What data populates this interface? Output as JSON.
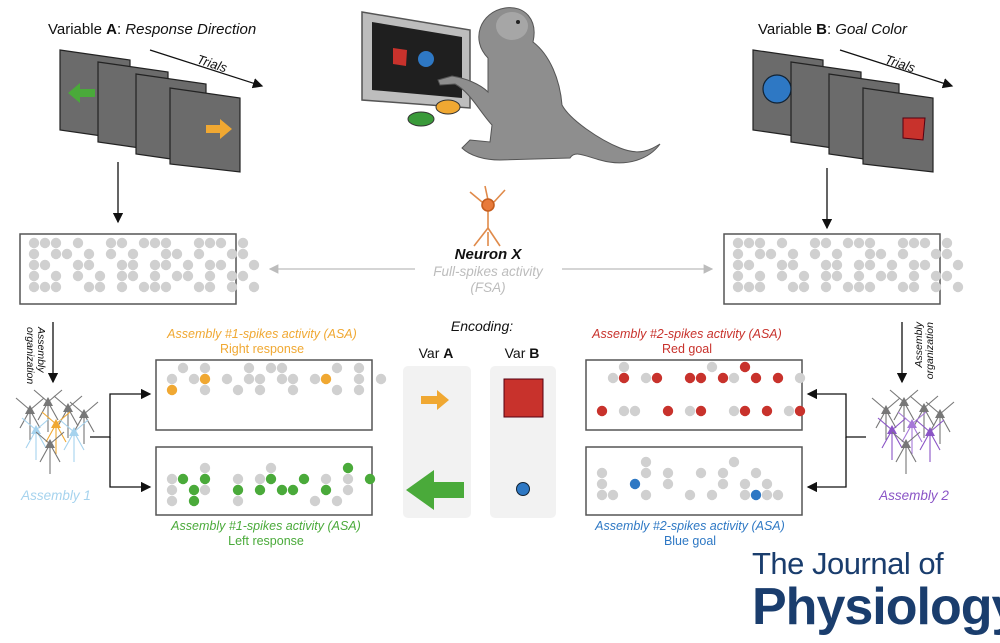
{
  "var_a": {
    "prefix": "Variable ",
    "letter": "A",
    "name": "Response Direction",
    "trials": "Trials"
  },
  "var_b": {
    "prefix": "Variable ",
    "letter": "B",
    "name": "Goal Color",
    "trials": "Trials"
  },
  "neuron": {
    "name": "Neuron X",
    "activity": "Full-spikes activity",
    "abbr": "(FSA)"
  },
  "assembly_org": "Assembly organization",
  "assembly1": {
    "label": "Assembly 1",
    "top_title": "Assembly #1-spikes activity (ASA)",
    "top_sub": "Right response",
    "bottom_title": "Assembly #1-spikes activity (ASA)",
    "bottom_sub": "Left response"
  },
  "assembly2": {
    "label": "Assembly 2",
    "top_title": "Assembly #2-spikes activity (ASA)",
    "top_sub": "Red goal",
    "bottom_title": "Assembly #2-spikes activity (ASA)",
    "bottom_sub": "Blue goal"
  },
  "encoding": {
    "title": "Encoding:",
    "var_a_prefix": "Var ",
    "var_a_letter": "A",
    "var_b_prefix": "Var ",
    "var_b_letter": "B"
  },
  "journal": {
    "line1": "The Journal of",
    "line2": "Physiology"
  },
  "colors": {
    "orange": "#f0a832",
    "green": "#4aaa3a",
    "red": "#c8322c",
    "blue": "#2e78c4",
    "light_blue": "#a6d3ee",
    "purple": "#8a54c6",
    "grey_dot": "#d0d0d0",
    "screen": "#6b6b6b"
  }
}
